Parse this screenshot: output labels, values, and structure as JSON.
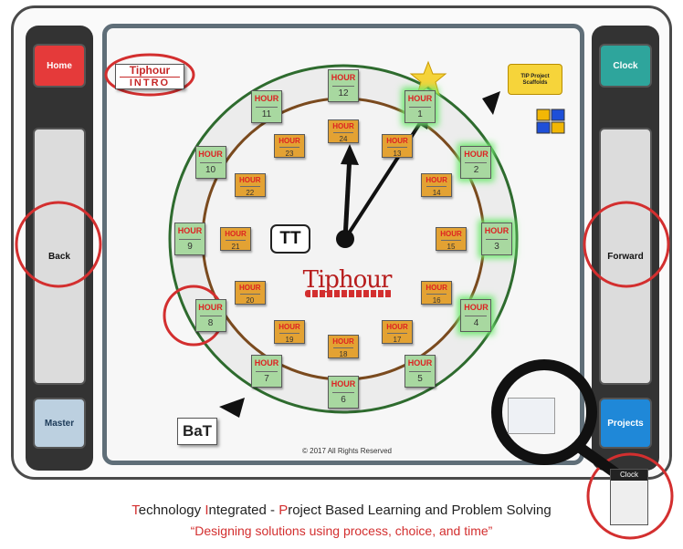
{
  "left_panel": {
    "home_label": "Home",
    "back_label": "Back",
    "master_label": "Master"
  },
  "right_panel": {
    "clock_label": "Clock",
    "forward_label": "Forward",
    "projects_label": "Projects"
  },
  "intro_badge": {
    "title": "Tiphour",
    "subtitle": "INTRO"
  },
  "scaffold_tag": "TIP Project Scaffolds",
  "center_badge": "TT",
  "brand": "Tiphour",
  "bat_label": "BaT",
  "copyright": "© 2017 All Rights Reserved",
  "hour_word": "HOUR",
  "outer_hours": [
    "1",
    "2",
    "3",
    "4",
    "5",
    "6",
    "7",
    "8",
    "9",
    "10",
    "11",
    "12"
  ],
  "inner_hours": [
    "13",
    "14",
    "15",
    "16",
    "17",
    "18",
    "19",
    "20",
    "21",
    "22",
    "23",
    "24"
  ],
  "mini_clock_label": "Clock",
  "footer": {
    "line1_parts": [
      "T",
      "echnology ",
      "I",
      "ntegrated - ",
      "P",
      "roject Based Learning and Problem Solving"
    ],
    "line2": "“Designing solutions using process, choice, and time”"
  },
  "colors": {
    "home": "#e53a3a",
    "clock": "#2ea59c",
    "projects": "#1f88d8",
    "outer_card": "#a8d8a0",
    "inner_card": "#e3a233",
    "highlight_circle": "#d32f2f"
  }
}
